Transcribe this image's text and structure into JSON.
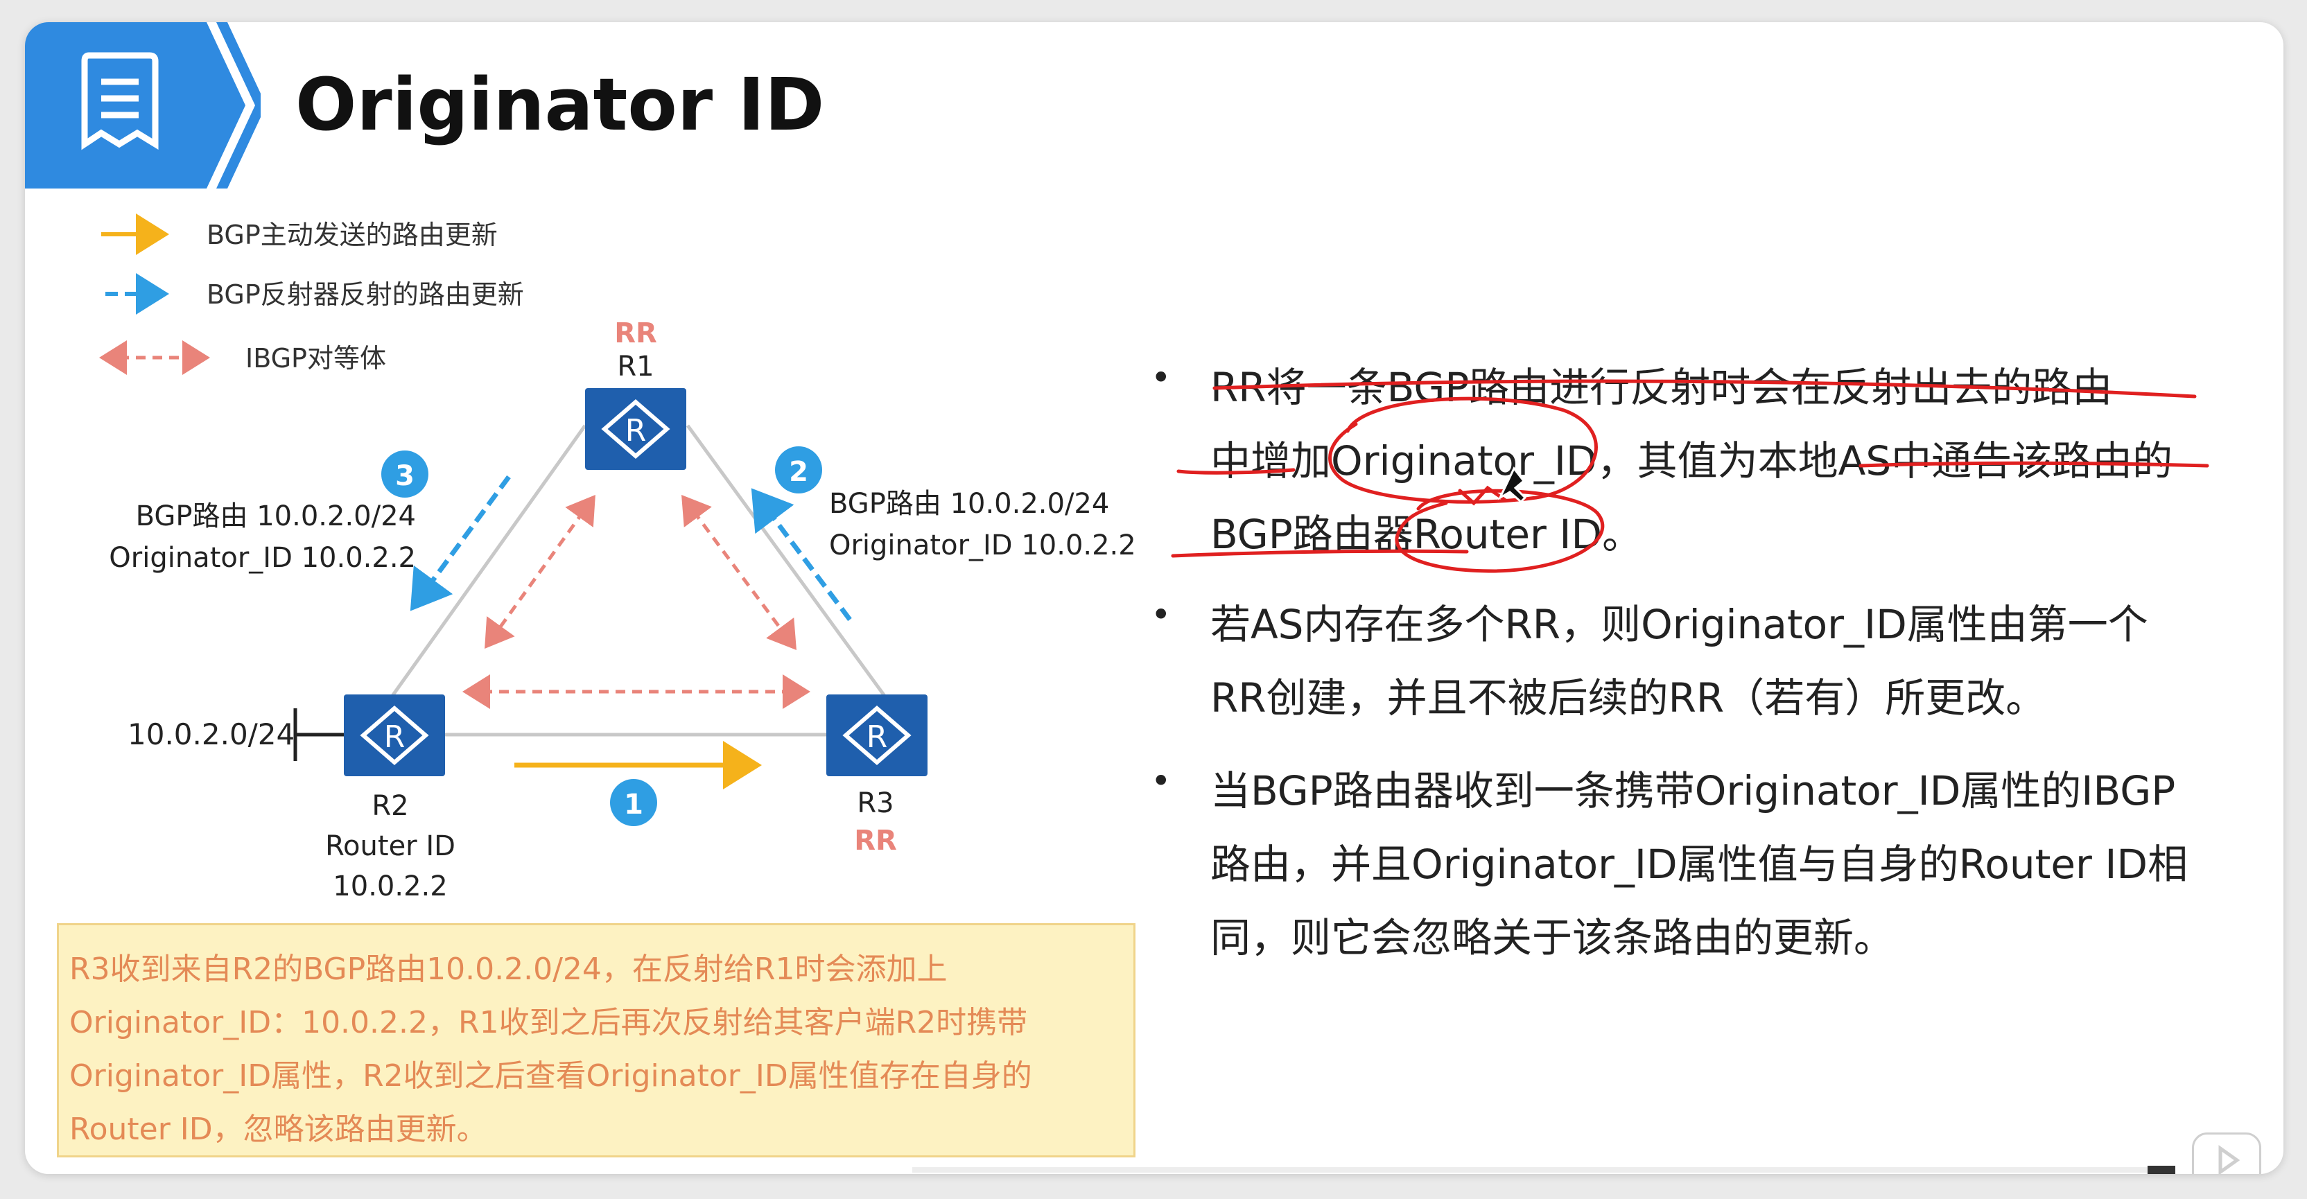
{
  "slide": {
    "title": "Originator ID"
  },
  "legend": [
    {
      "label": "BGP主动发送的路由更新",
      "color": "#f5b21b",
      "style": "solid-arrow"
    },
    {
      "label": "BGP反射器反射的路由更新",
      "color": "#2f9ee3",
      "style": "dashed-arrow"
    },
    {
      "label": "IBGP对等体",
      "color": "#e9847a",
      "style": "dashed-double-arrow"
    }
  ],
  "routers": {
    "r1": {
      "role": "RR",
      "name": "R1"
    },
    "r2": {
      "name": "R2",
      "router_id_label": "Router ID",
      "router_id_value": "10.0.2.2",
      "network": "10.0.2.0/24"
    },
    "r3": {
      "name": "R3",
      "role": "RR"
    }
  },
  "steps": [
    {
      "num": "1"
    },
    {
      "num": "2",
      "route": "BGP路由 10.0.2.0/24",
      "originator": "Originator_ID 10.0.2.2"
    },
    {
      "num": "3",
      "route": "BGP路由 10.0.2.0/24",
      "originator": "Originator_ID 10.0.2.2"
    }
  ],
  "bullets": [
    {
      "lines": [
        "RR将一条BGP路由进行反射时会在反射出去的路由",
        "中增加Originator_ID，其值为本地AS中通告该路由的",
        "BGP路由器Router ID。"
      ]
    },
    {
      "lines": [
        "若AS内存在多个RR，则Originator_ID属性由第一个",
        "RR创建，并且不被后续的RR（若有）所更改。"
      ]
    },
    {
      "lines": [
        "当BGP路由器收到一条携带Originator_ID属性的IBGP",
        "路由，并且Originator_ID属性值与自身的Router  ID相",
        "同，则它会忽略关于该条路由的更新。"
      ]
    }
  ],
  "note": {
    "lines": [
      "R3收到来自R2的BGP路由10.0.2.0/24，在反射给R1时会添加上",
      "Originator_ID：10.0.2.2，R1收到之后再次反射给其客户端R2时携带",
      "Originator_ID属性，R2收到之后查看Originator_ID属性值存在自身的",
      "Router ID，忽略该路由更新。"
    ]
  },
  "colors": {
    "header_blue": "#2f8ae0",
    "router_blue": "#1f5fad",
    "rr_label": "#e9847a",
    "note_text": "#e48a56",
    "note_bg": "#fdf2c2",
    "annotation_red": "#e02020"
  },
  "icons": {
    "header": "document-icon",
    "router": "router-icon",
    "player": "play-icon"
  }
}
